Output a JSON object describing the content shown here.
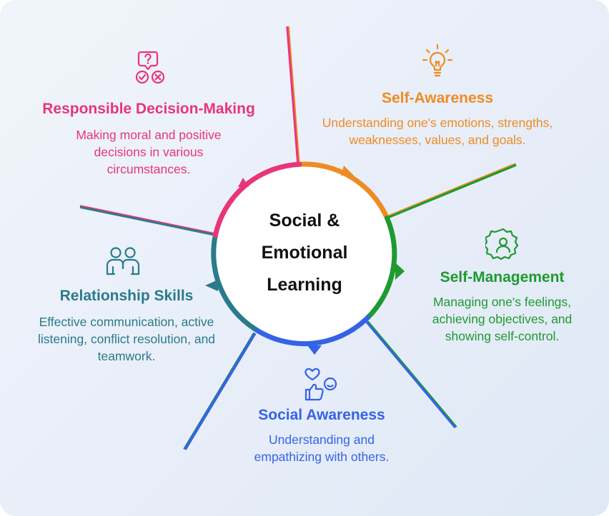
{
  "center": {
    "lines": [
      "Social &",
      "Emotional",
      "Learning"
    ]
  },
  "colors": {
    "responsible": "#e8357a",
    "self_awareness": "#ef8b22",
    "self_management": "#1e9a30",
    "social_awareness": "#3563e6",
    "relationship": "#2a7a8c"
  },
  "sections": {
    "responsible": {
      "icon": "question-check-x-icon",
      "title": "Responsible Decision-Making",
      "description": "Making moral and positive decisions in various circumstances."
    },
    "self_awareness": {
      "icon": "lightbulb-icon",
      "title": "Self-Awareness",
      "description": "Understanding one's emotions, strengths, weaknesses, values, and goals."
    },
    "self_management": {
      "icon": "person-badge-icon",
      "title": "Self-Management",
      "description": "Managing one's feelings, achieving objectives, and showing self-control."
    },
    "social_awareness": {
      "icon": "heart-thumbsup-smile-icon",
      "title": "Social Awareness",
      "description": "Understanding and empathizing with others."
    },
    "relationship": {
      "icon": "two-people-icon",
      "title": "Relationship Skills",
      "description": "Effective communication, active listening, conflict resolution, and teamwork."
    }
  }
}
